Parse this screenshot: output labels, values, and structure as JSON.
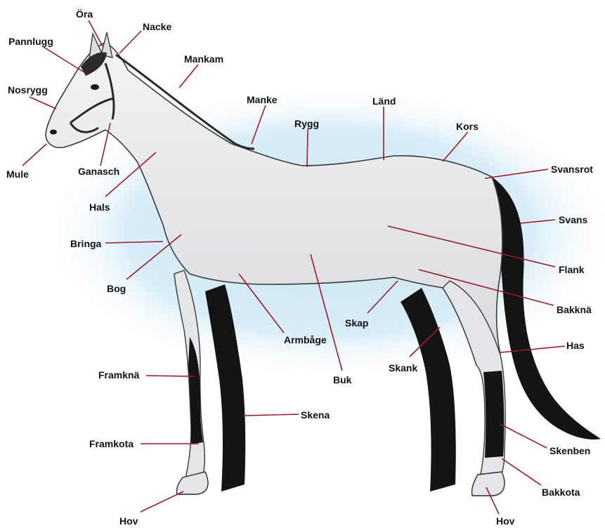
{
  "colors": {
    "leader_line": "#9b1b2a",
    "background_glow": "#bfe0f0",
    "coat": "#e6e7ea",
    "dark_points": "#141414",
    "label_text": "#111111"
  },
  "labels": {
    "ora": "Öra",
    "nacke": "Nacke",
    "pannlugg": "Pannlugg",
    "mankam": "Mankam",
    "nosrygg": "Nosrygg",
    "manke": "Manke",
    "land": "Länd",
    "rygg": "Rygg",
    "kors": "Kors",
    "mule": "Mule",
    "ganasch": "Ganasch",
    "svansrot": "Svansrot",
    "hals": "Hals",
    "svans": "Svans",
    "bringa": "Bringa",
    "flank": "Flank",
    "bog": "Bog",
    "bakkna": "Bakknä",
    "skap": "Skap",
    "armbage": "Armbåge",
    "has": "Has",
    "skank": "Skank",
    "framkna": "Framknä",
    "buk": "Buk",
    "skena": "Skena",
    "framkota": "Framkota",
    "skenben": "Skenben",
    "bakkota": "Bakkota",
    "hov_front": "Hov",
    "hov_hind": "Hov"
  }
}
